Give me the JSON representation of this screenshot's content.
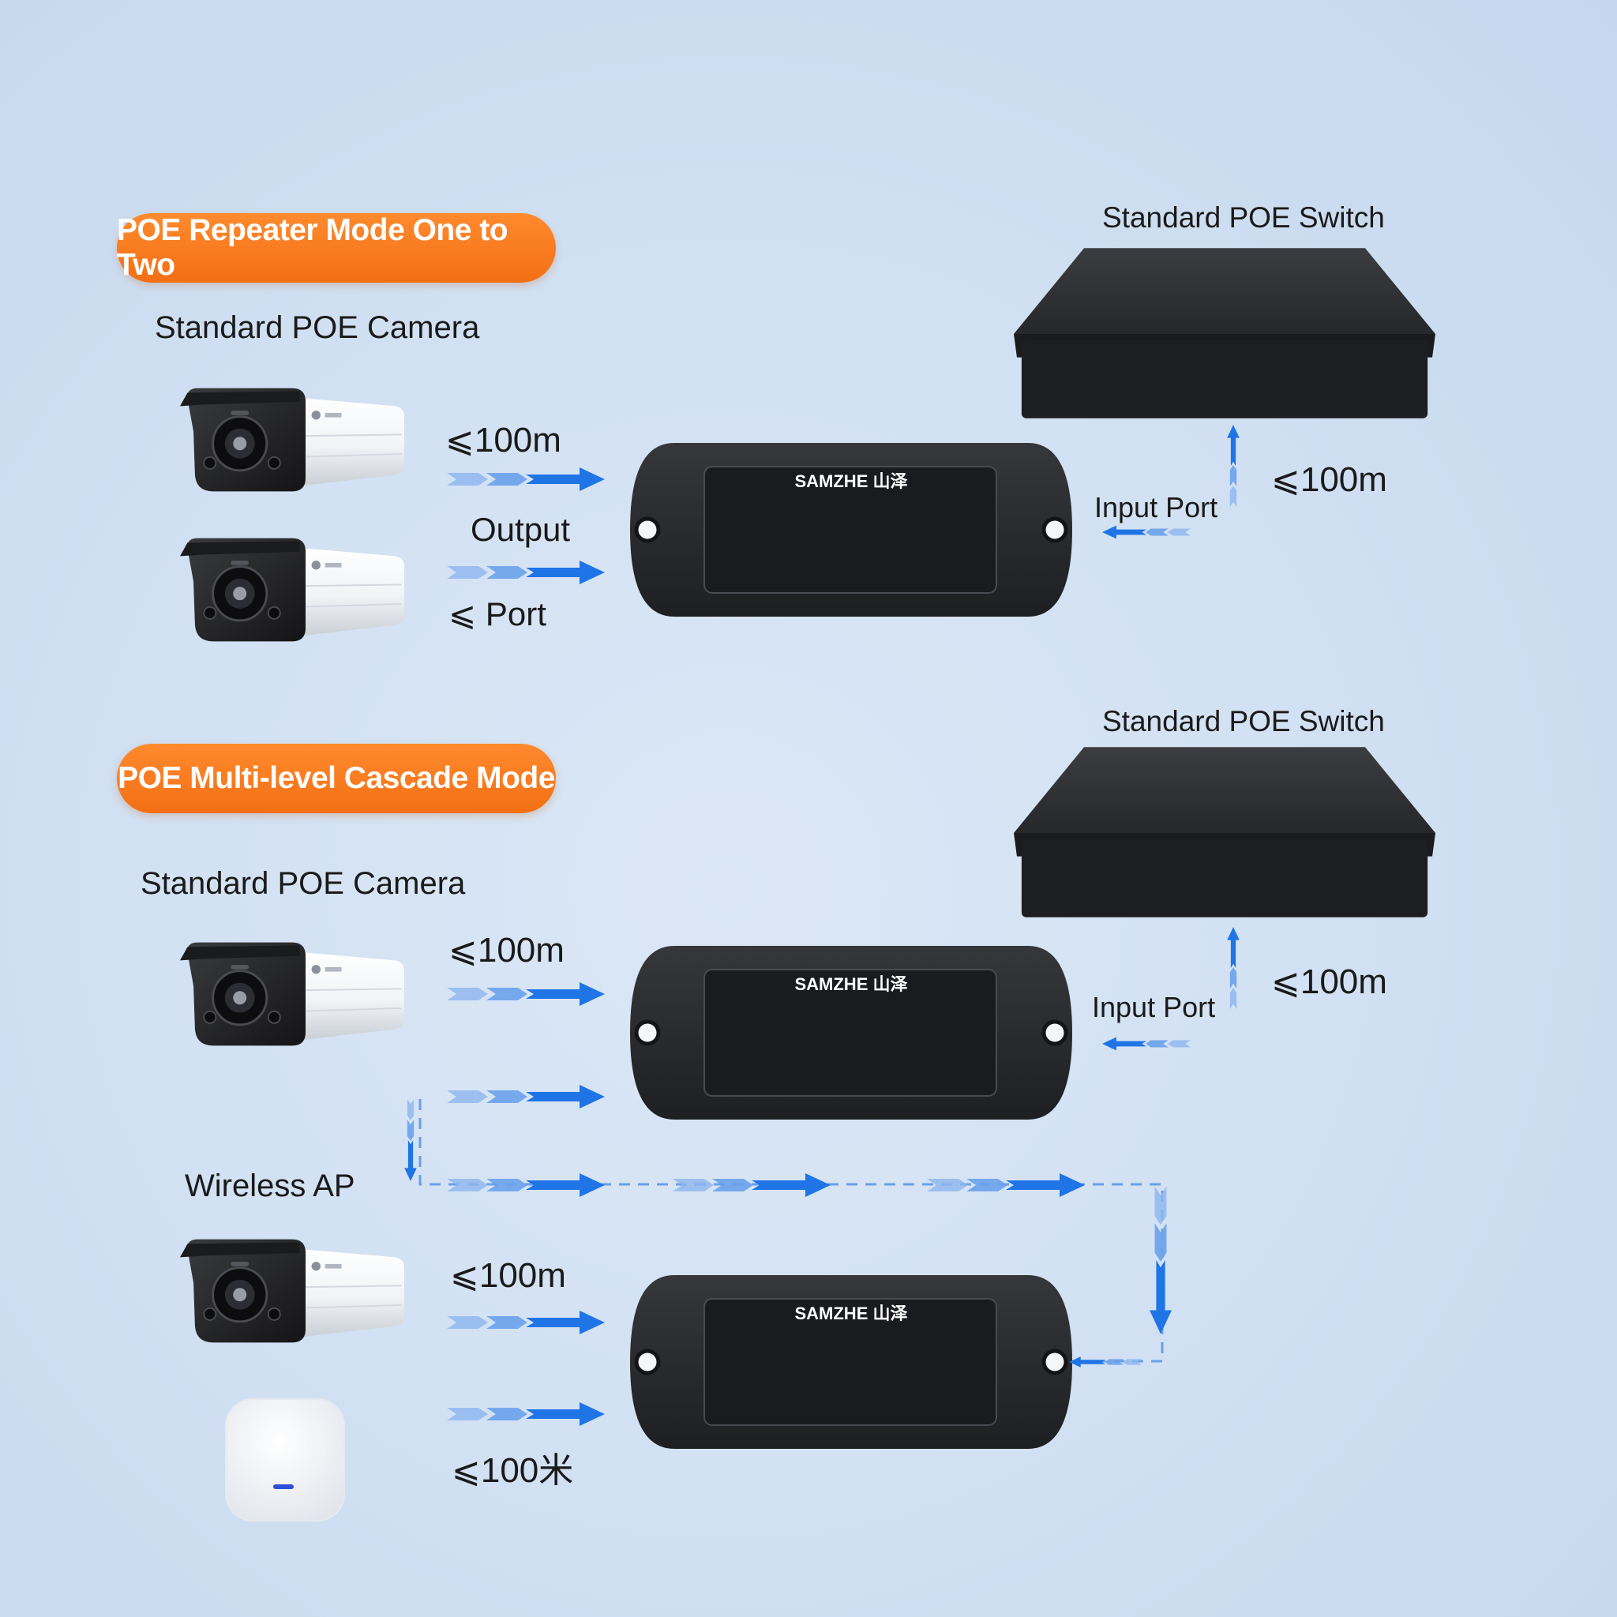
{
  "section1": {
    "badge": "POE Repeater Mode One to Two",
    "camera_title": "Standard POE Camera",
    "switch_title": "Standard POE Switch",
    "dist_output": "⩽100m",
    "output_label": "Output",
    "port_label": "⩽  Port",
    "input_port_label": "Input Port",
    "dist_input": "⩽100m"
  },
  "section2": {
    "badge": "POE Multi-level Cascade Mode",
    "camera_title": "Standard POE Camera",
    "switch_title": "Standard POE Switch",
    "dist_top": "⩽100m",
    "input_port_label": "Input Port",
    "dist_input": "⩽100m",
    "wireless_label": "Wireless AP",
    "dist_camera3": "⩽100m",
    "dist_ap": "⩽100米"
  },
  "devices": {
    "repeater_brand": "SAMZHE 山泽"
  },
  "colors": {
    "badge": "#f47a1f",
    "arrow": "#1f74e6",
    "device": "#2a2b2e"
  },
  "icons": [
    "camera-icon",
    "poe-switch-icon",
    "poe-repeater-icon",
    "wireless-ap-icon",
    "arrow-icon"
  ]
}
